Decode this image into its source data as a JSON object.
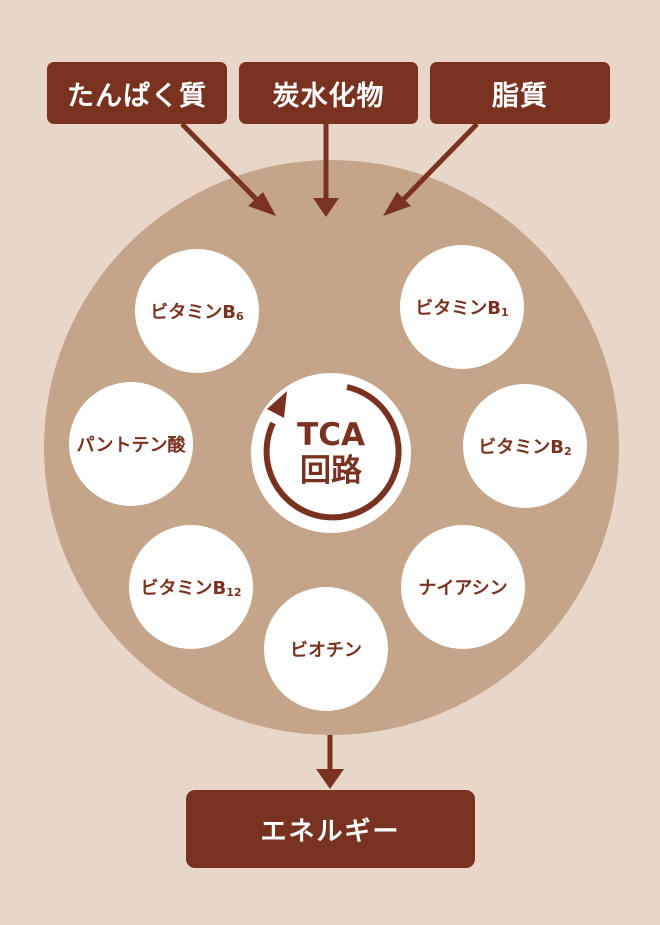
{
  "inputs": {
    "protein": "たんぱく質",
    "carbohydrate": "炭水化物",
    "fat": "脂質"
  },
  "vitamins": {
    "b6": {
      "text": "ビタミンB",
      "sub": "6"
    },
    "b1": {
      "text": "ビタミンB",
      "sub": "1"
    },
    "pantothenic_acid": {
      "text": "パントテン酸"
    },
    "b2": {
      "text": "ビタミンB",
      "sub": "2"
    },
    "b12": {
      "text": "ビタミンB",
      "sub": "12"
    },
    "niacin": {
      "text": "ナイアシン"
    },
    "biotin": {
      "text": "ビオチン"
    }
  },
  "tca": {
    "line1": "TCA",
    "line2": "回路"
  },
  "output": {
    "label": "エネルギー"
  },
  "colors": {
    "background": "#e8d7c9",
    "circle": "#c4a58a",
    "brand_dark": "#7a3220",
    "white": "#ffffff"
  }
}
